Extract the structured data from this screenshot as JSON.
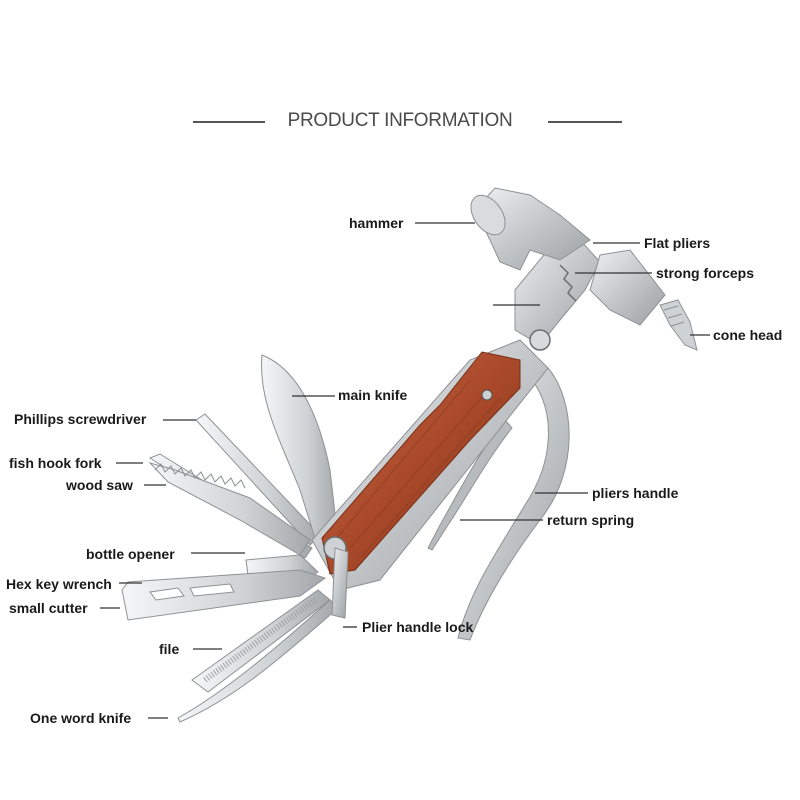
{
  "header": {
    "title": "PRODUCT INFORMATION"
  },
  "labels": {
    "hammer": "hammer",
    "flat_pliers": "Flat pliers",
    "strong_forceps": "strong forceps",
    "cone_head": "cone head",
    "main_knife": "main knife",
    "phillips_screwdriver": "Phillips screwdriver",
    "fish_hook_fork": "fish hook fork",
    "wood_saw": "wood saw",
    "pliers_handle": "pliers handle",
    "return_spring": "return spring",
    "bottle_opener": "bottle opener",
    "hex_key_wrench": "Hex key wrench",
    "small_cutter": "small cutter",
    "plier_handle_lock": "Plier handle lock",
    "file": "file",
    "one_word_knife": "One word knife"
  },
  "colors": {
    "steel": "#c9cbcd",
    "steel_dark": "#8e9194",
    "wood": "#b5532f",
    "wood_dark": "#7a2f17"
  }
}
